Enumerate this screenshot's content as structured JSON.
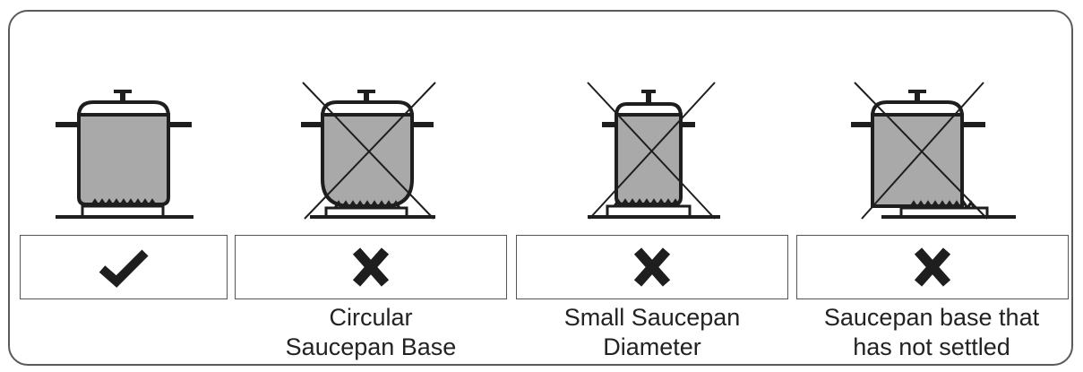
{
  "panels": [
    {
      "id": "ok",
      "status": "check-icon",
      "caption": [
        "",
        ""
      ]
    },
    {
      "id": "circular-base",
      "status": "cross-icon",
      "caption": [
        "Circular",
        "Saucepan Base"
      ]
    },
    {
      "id": "small-diameter",
      "status": "cross-icon",
      "caption": [
        "Small Saucepan",
        "Diameter"
      ]
    },
    {
      "id": "not-settled",
      "status": "cross-icon",
      "caption": [
        "Saucepan base that",
        "has not settled"
      ]
    }
  ],
  "colors": {
    "pot_fill": "#a9a9a9",
    "line": "#1e1e1e",
    "frame": "#5a5a5a"
  }
}
